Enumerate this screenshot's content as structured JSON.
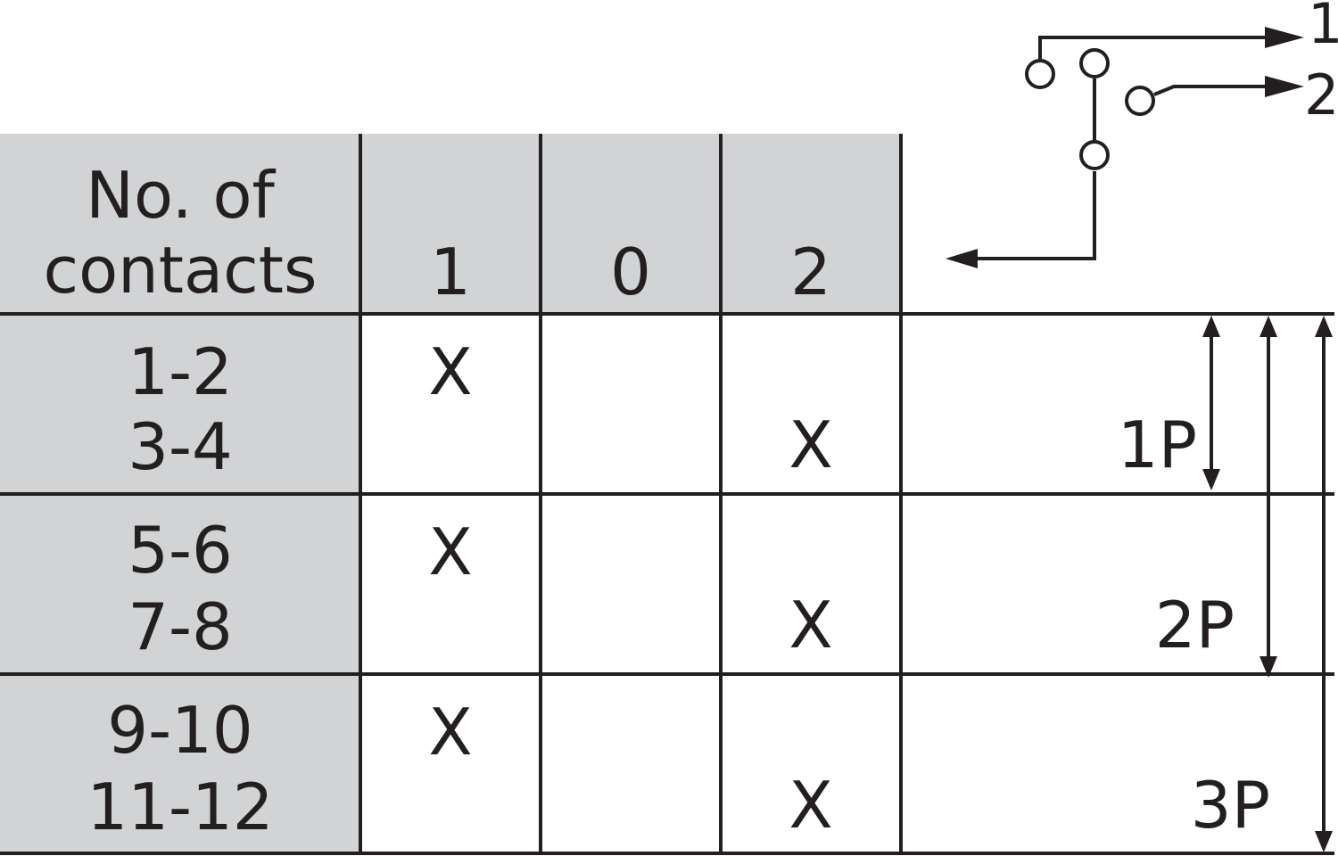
{
  "table": {
    "header": {
      "label_line1": "No. of",
      "label_line2": "contacts",
      "positions": [
        "1",
        "0",
        "2"
      ]
    },
    "rows": [
      {
        "contacts_top": "1-2",
        "contacts_bottom": "3-4",
        "mark_top": "X",
        "mark_bottom": "X",
        "top_position": "1",
        "bottom_position": "2"
      },
      {
        "contacts_top": "5-6",
        "contacts_bottom": "7-8",
        "mark_top": "X",
        "mark_bottom": "X",
        "top_position": "1",
        "bottom_position": "2"
      },
      {
        "contacts_top": "9-10",
        "contacts_bottom": "11-12",
        "mark_top": "X",
        "mark_bottom": "X",
        "top_position": "1",
        "bottom_position": "2"
      }
    ]
  },
  "poles": {
    "labels": [
      "1P",
      "2P",
      "3P"
    ]
  },
  "switch_symbol": {
    "outputs": [
      "1",
      "2"
    ]
  },
  "colors": {
    "header_fill": "#d1d3d4",
    "line": "#231f20",
    "text": "#231f20",
    "background": "#ffffff"
  }
}
